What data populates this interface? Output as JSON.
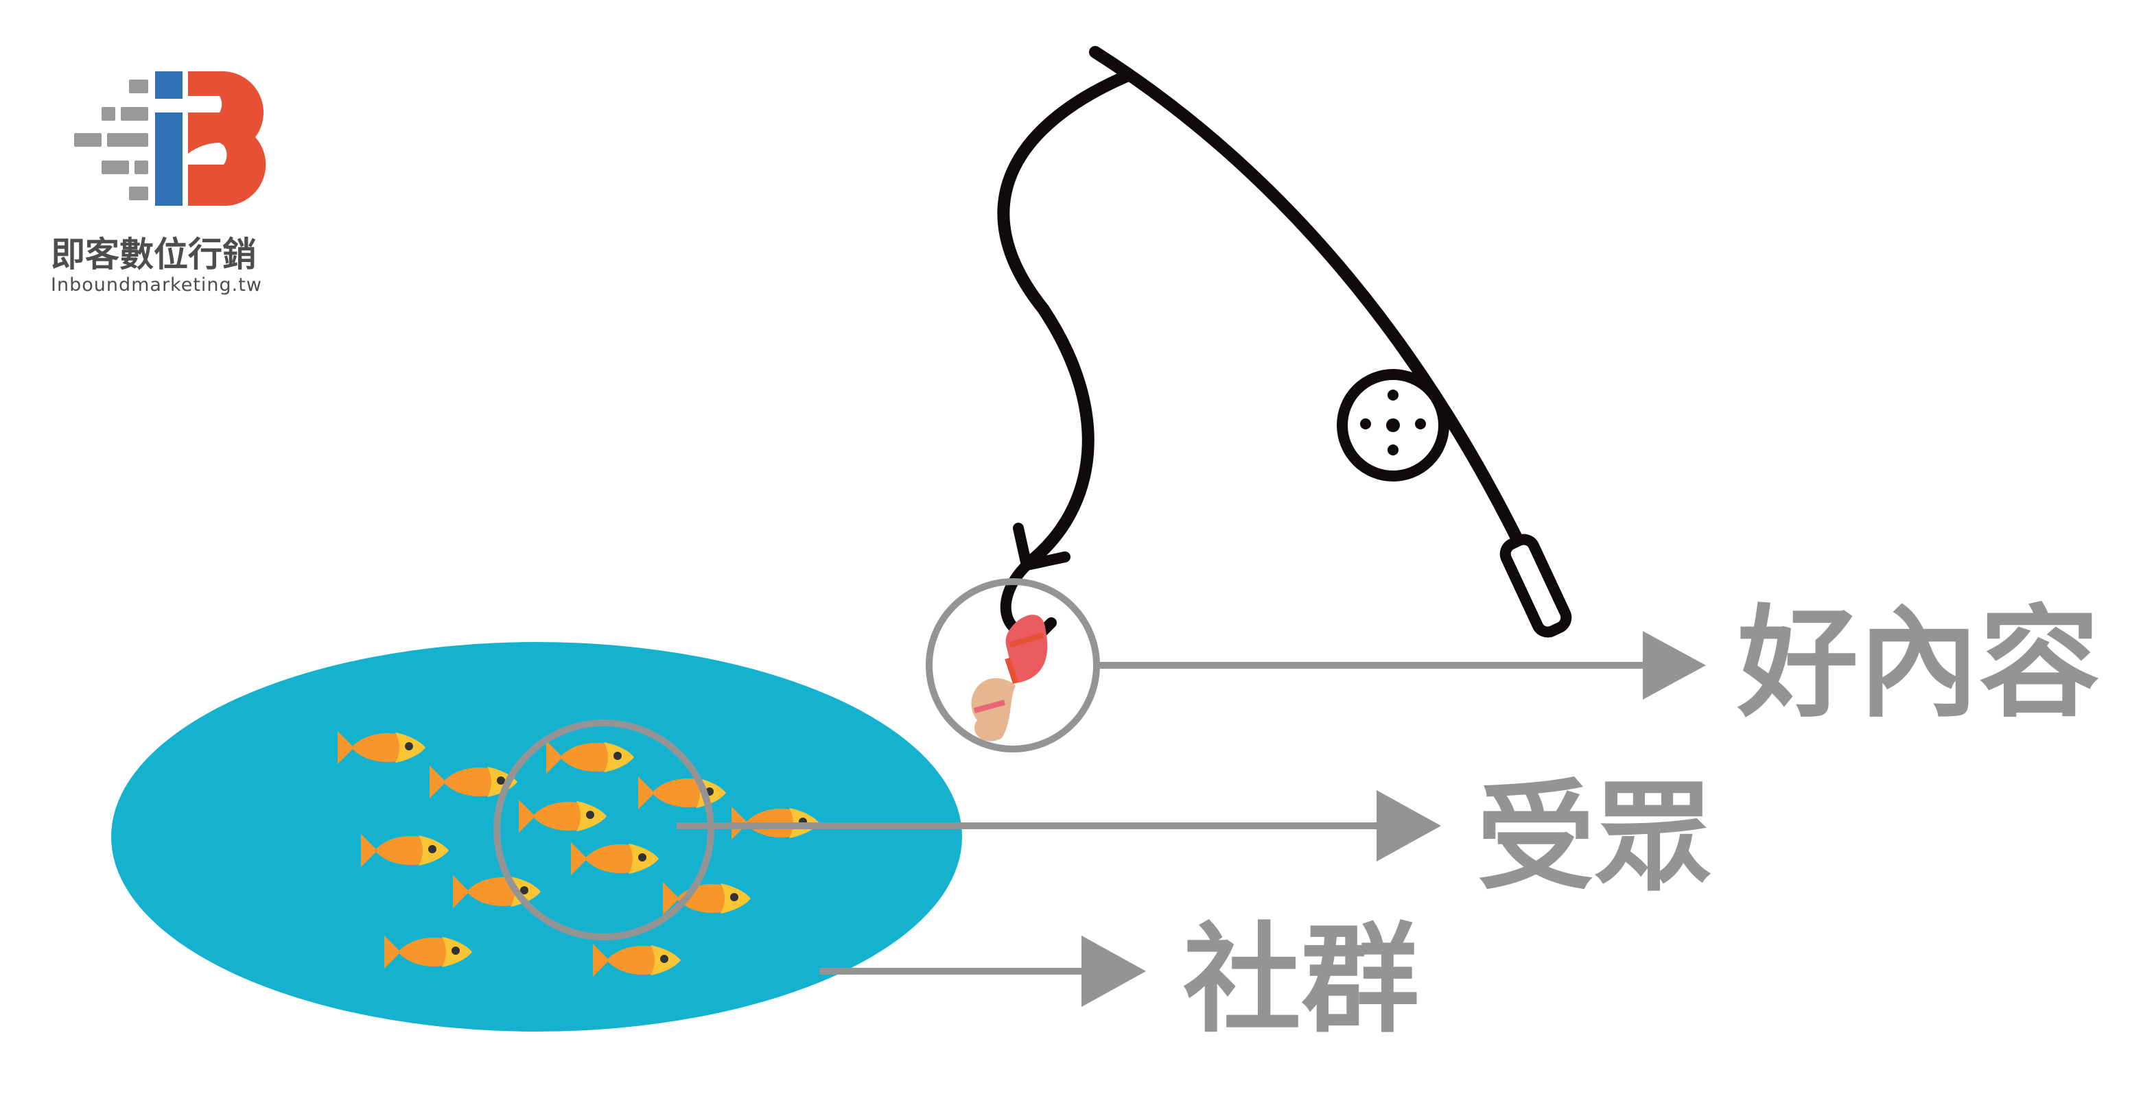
{
  "logo": {
    "name_zh": "即客數位行銷",
    "domain": "Inboundmarketing.tw"
  },
  "labels": {
    "content": "好內容",
    "audience": "受眾",
    "community": "社群"
  },
  "colors": {
    "pond": "#15b2cf",
    "arrow_gray": "#949494",
    "logo_blue": "#3071b6",
    "logo_red": "#e65136",
    "logo_gray": "#999999",
    "fish_orange": "#f7962a",
    "fish_yellow": "#f8c534",
    "rod_black": "#0f0a0c",
    "worm_red": "#ea5b5f",
    "worm_tan": "#e5b68f"
  }
}
